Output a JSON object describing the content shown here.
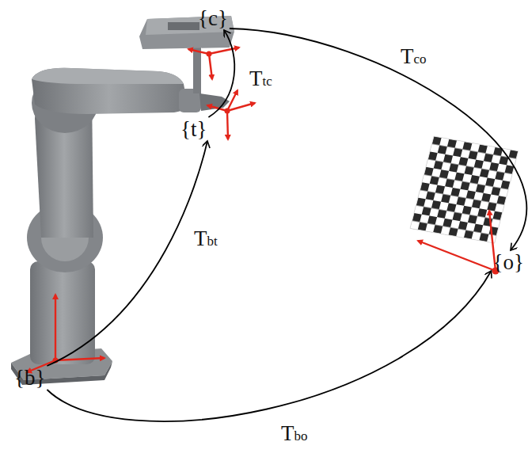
{
  "diagram": {
    "nodes": [
      {
        "text": [
          "{c}"
        ]
      },
      {
        "text": [
          "{t}"
        ]
      },
      {
        "text": [
          "{b}"
        ]
      },
      {
        "text": [
          "{o}"
        ]
      }
    ],
    "edges": [
      {
        "from": 1,
        "to": 0,
        "arrow": "to",
        "label": "Ttc"
      },
      {
        "from": 0,
        "to": 3,
        "arrow": "to",
        "label": "Tco"
      },
      {
        "from": 2,
        "to": 1,
        "arrow": "to",
        "label": "Tbt"
      },
      {
        "from": 2,
        "to": 3,
        "arrow": "to",
        "label": "Tbo"
      }
    ]
  }
}
